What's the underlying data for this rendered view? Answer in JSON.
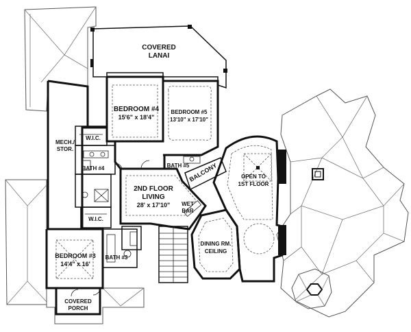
{
  "rooms": {
    "covered_lanai": {
      "line1": "COVERED",
      "line2": "LANAI"
    },
    "bedroom4": {
      "name": "BEDROOM #4",
      "size": "15'6\" x 18'4\""
    },
    "bedroom5": {
      "name": "BEDROOM #5",
      "size": "13'10\" x 17'10\""
    },
    "mech_stor": {
      "line1": "MECH./",
      "line2": "STOR."
    },
    "wic_upper": "W.I.C.",
    "wic_lower": "W.I.C.",
    "bath4": "BATH #4",
    "bath5": "BATH #5",
    "bath3": "BATH #3",
    "balcony": "BALCONY",
    "open_to_first": {
      "line1": "OPEN TO",
      "line2": "1ST FLOOR"
    },
    "living": {
      "line1": "2ND FLOOR",
      "line2": "LIVING",
      "size": "28' x 17'10\""
    },
    "wet_bar": {
      "line1": "WET",
      "line2": "BAR"
    },
    "bedroom3": {
      "name": "BEDROOM #3",
      "size": "14'4\" x 16'"
    },
    "dining_ceiling": {
      "line1": "DINING RM.",
      "line2": "CEILING"
    },
    "covered_porch": {
      "line1": "COVERED",
      "line2": "PORCH"
    }
  }
}
